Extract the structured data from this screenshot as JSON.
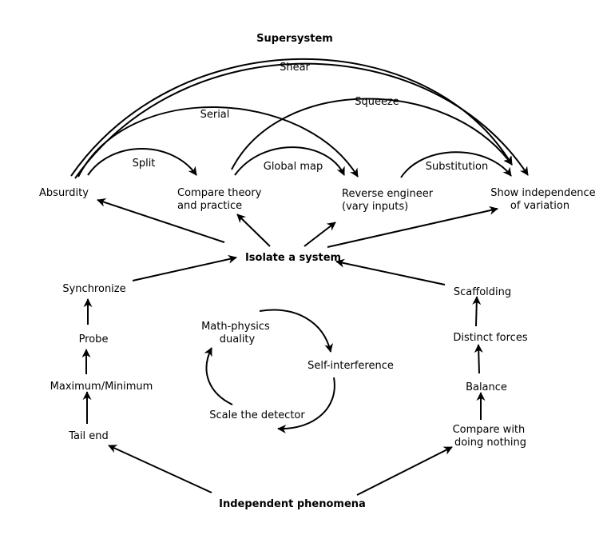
{
  "diagram": {
    "nodes": {
      "supersystem": "Supersystem",
      "absurdity": "Absurdity",
      "compare_theory_line1": "Compare theory",
      "compare_theory_line2": "and practice",
      "reverse_engineer_line1": "Reverse engineer",
      "reverse_engineer_line2": "(vary inputs)",
      "show_independence_line1": "Show independence",
      "show_independence_line2": "of variation",
      "isolate_system": "Isolate a system",
      "synchronize": "Synchronize",
      "probe": "Probe",
      "maximum_minimum": "Maximum/Minimum",
      "tail_end": "Tail end",
      "math_physics_line1": "Math-physics",
      "math_physics_line2": "duality",
      "self_interference": "Self-interference",
      "scale_detector": "Scale the detector",
      "scaffolding": "Scaffolding",
      "distinct_forces": "Distinct forces",
      "balance": "Balance",
      "compare_nothing_line1": "Compare with",
      "compare_nothing_line2": "doing nothing",
      "independent_phenomena": "Independent phenomena"
    },
    "edge_labels": {
      "shear": "Shear",
      "serial": "Serial",
      "squeeze": "Squeeze",
      "split": "Split",
      "global_map": "Global map",
      "substitution": "Substitution"
    }
  }
}
